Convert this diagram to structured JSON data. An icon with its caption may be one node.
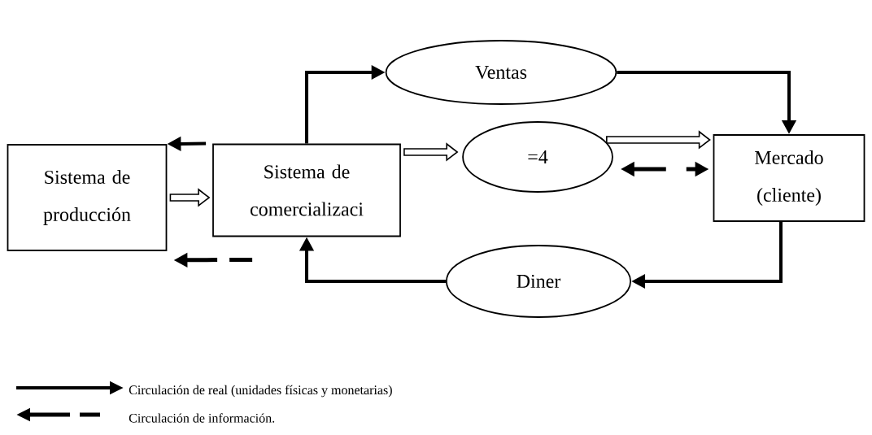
{
  "diagram": {
    "nodes": [
      {
        "text": [
          "Sistema de producción"
        ]
      },
      {
        "text": [
          "Sistema de comercializaci"
        ]
      },
      {
        "text": [
          "Ventas"
        ]
      },
      {
        "text": [
          "=4"
        ]
      },
      {
        "text": [
          "Mercado (cliente)"
        ]
      },
      {
        "text": [
          "Diner"
        ]
      }
    ],
    "edges": [
      {
        "from": 1,
        "to": 2,
        "arrow": "to"
      },
      {
        "from": 2,
        "to": 4,
        "arrow": "to"
      },
      {
        "from": 4,
        "to": 5,
        "arrow": "to"
      },
      {
        "from": 5,
        "to": 1,
        "arrow": "to"
      },
      {
        "from": 0,
        "to": 1,
        "arrow": "to",
        "style": "thick"
      },
      {
        "from": 1,
        "to": 0,
        "arrow": "to"
      },
      {
        "from": 1,
        "to": 0,
        "arrow": "to",
        "style": "dashed"
      },
      {
        "from": 1,
        "to": 3,
        "arrow": "to",
        "style": "thick"
      },
      {
        "from": 3,
        "to": 4,
        "arrow": "to",
        "style": "thick"
      },
      {
        "from": 3,
        "to": 4,
        "arrow": "both",
        "style": "dashed"
      }
    ],
    "legend": [
      {
        "text": "Circulación de real (unidades físicas y monetarias)"
      },
      {
        "text": "Circulación de información."
      }
    ]
  }
}
